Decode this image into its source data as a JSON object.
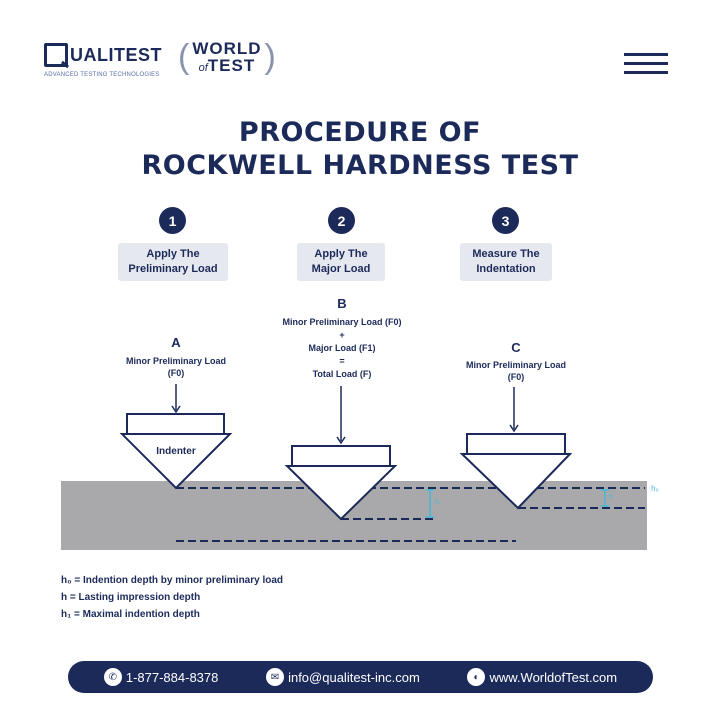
{
  "header": {
    "brand_name": "UALITEST",
    "brand_tagline": "ADVANCED TESTING TECHNOLOGIES",
    "partner_line1": "WORLD",
    "partner_of": "of",
    "partner_line2": "TEST"
  },
  "title": {
    "line1": "PROCEDURE OF",
    "line2": "ROCKWELL HARDNESS TEST"
  },
  "steps": [
    {
      "number": "1",
      "label_line1": "Apply The",
      "label_line2": "Preliminary Load"
    },
    {
      "number": "2",
      "label_line1": "Apply The",
      "label_line2": "Major Load"
    },
    {
      "number": "3",
      "label_line1": "Measure The",
      "label_line2": "Indentation"
    }
  ],
  "stage_a": {
    "letter": "A",
    "load_line1": "Minor Preliminary Load",
    "load_line2": "(F0)",
    "indenter_label": "Indenter"
  },
  "stage_b": {
    "letter": "B",
    "line1": "Minor Preliminary Load (F0)",
    "plus": "+",
    "line2": "Major Load (F1)",
    "equals": "=",
    "line3": "Total Load (F)"
  },
  "stage_c": {
    "letter": "C",
    "load_line1": "Minor Preliminary Load",
    "load_line2": "(F0)"
  },
  "depth_marks": {
    "h0": "h₀",
    "h": "h",
    "h1": "h₁"
  },
  "legend": [
    {
      "symbol": "h₀",
      "text": " = Indention depth by minor preliminary load"
    },
    {
      "symbol": "h",
      "text": "  = Lasting impression depth"
    },
    {
      "symbol": "h₁",
      "text": " = Maximal indention depth"
    }
  ],
  "footer": {
    "phone": "1-877-884-8378",
    "email": "info@qualitest-inc.com",
    "website": "www.WorldofTest.com"
  },
  "colors": {
    "navy": "#1c2a5a",
    "specimen_gray": "#a9a9ab",
    "label_bg": "#e6e8ef",
    "accent_cyan": "#45b8d8"
  },
  "icons": [
    "hamburger-menu-icon",
    "phone-icon",
    "email-icon",
    "globe-icon"
  ]
}
